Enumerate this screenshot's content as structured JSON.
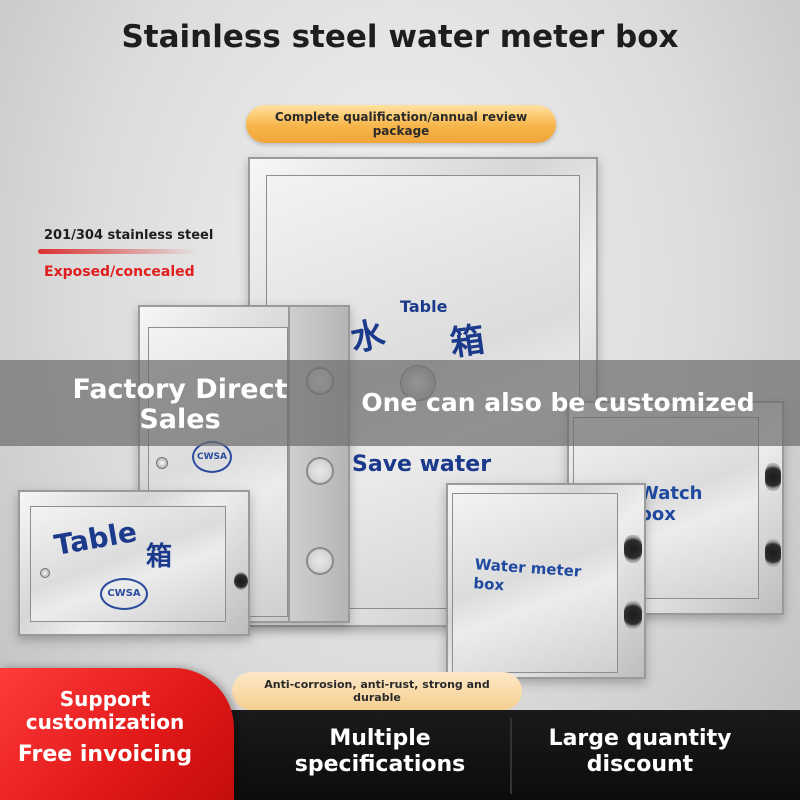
{
  "title": "Stainless steel water meter box",
  "badges": {
    "top": "Complete qualification/annual review package",
    "bottom": "Anti-corrosion, anti-rust, strong and durable"
  },
  "labels": {
    "material": "201/304 stainless steel",
    "install": "Exposed/concealed"
  },
  "band": {
    "left": "Factory Direct Sales",
    "right": "One can also be customized"
  },
  "box_texts": {
    "big_label": "Table",
    "big_char_1": "水",
    "big_char_2": "箱",
    "save_water": "Save water",
    "small_label": "Table",
    "small_char": "箱",
    "logo": "CWSA",
    "right_label": "Watch box",
    "mid_label": "Water meter box"
  },
  "bottom": {
    "red_line1": "Support customization",
    "red_line2": "Free invoicing",
    "spec": "Multiple specifications",
    "discount": "Large quantity discount"
  },
  "colors": {
    "accent_red": "#e01e1e",
    "accent_gold": "#f7b54a",
    "text_blue": "#1c3a8c"
  }
}
